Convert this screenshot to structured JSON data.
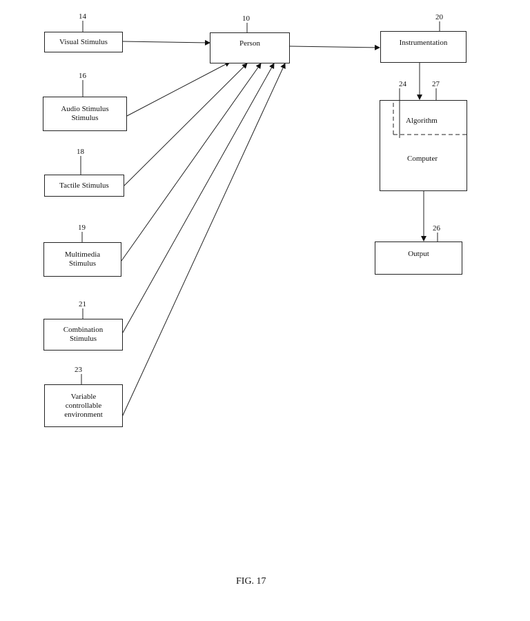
{
  "figure": {
    "caption": "FIG. 17"
  },
  "nodes": {
    "visual": {
      "label": "Visual Stimulus",
      "ref": "14"
    },
    "audio": {
      "line1": "Audio Stimulus",
      "line2": "Stimulus",
      "ref": "16"
    },
    "tactile": {
      "label": "Tactile Stimulus",
      "ref": "18"
    },
    "multimedia": {
      "line1": "Multimedia",
      "line2": "Stimulus",
      "ref": "19"
    },
    "combination": {
      "line1": "Combination",
      "line2": "Stimulus",
      "ref": "21"
    },
    "environment": {
      "line1": "Variable",
      "line2": "controllable",
      "line3": "environment",
      "ref": "23"
    },
    "person": {
      "label": "Person",
      "ref": "10"
    },
    "instrumentation": {
      "label": "Instrumentation",
      "ref": "20"
    },
    "computer": {
      "label": "Computer",
      "ref": "27"
    },
    "algorithm": {
      "label": "Algorithm",
      "ref": "24"
    },
    "output": {
      "label": "Output",
      "ref": "26"
    }
  }
}
